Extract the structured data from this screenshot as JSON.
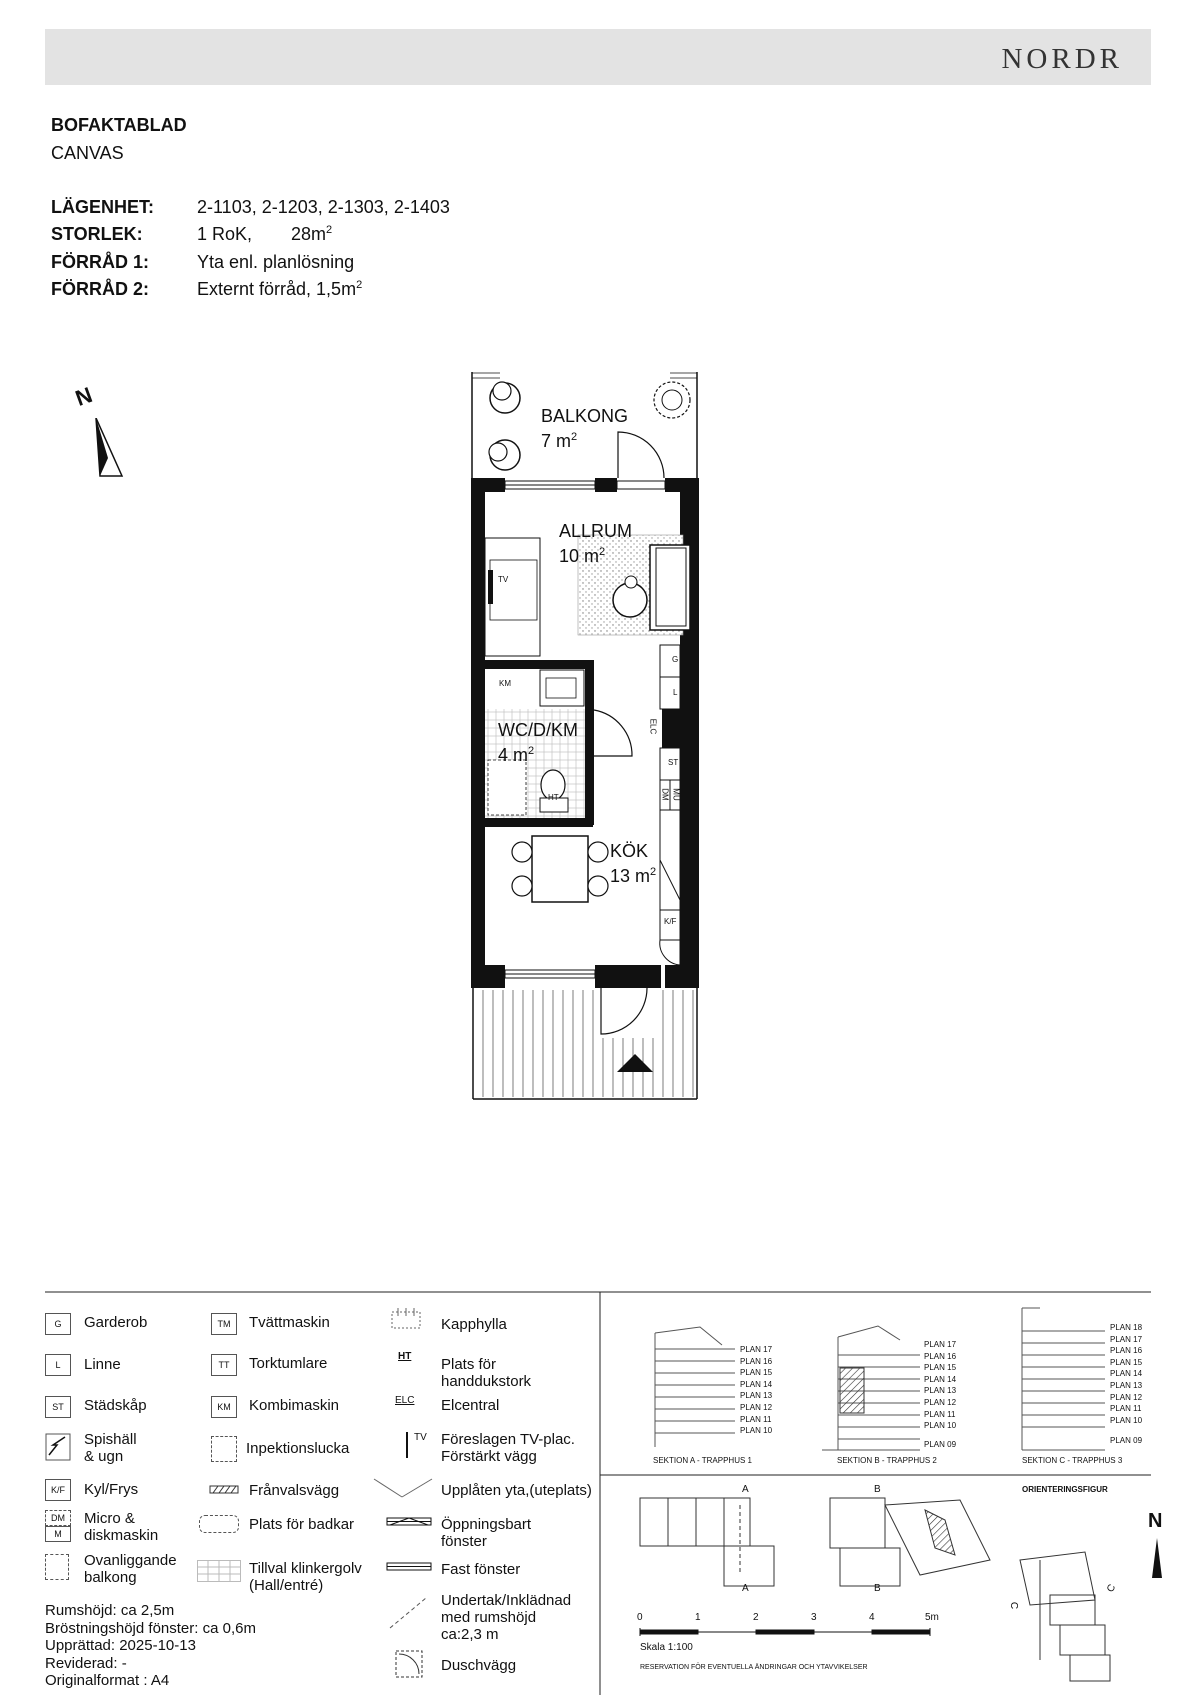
{
  "brand": "NORDR",
  "header": {
    "title": "BOFAKTABLAD",
    "subtitle": "CANVAS"
  },
  "info": {
    "apartment_label": "LÄGENHET:",
    "apartment_value": "2-1103, 2-1203, 2-1303, 2-1403",
    "size_label": "STORLEK:",
    "size_rooms": "1 RoK,",
    "size_area": "28m",
    "size_sup": "2",
    "storage1_label": "FÖRRÅD 1:",
    "storage1_value": "Yta enl. planlösning",
    "storage2_label": "FÖRRÅD 2:",
    "storage2_value": "Externt förråd, 1,5m",
    "storage2_sup": "2"
  },
  "north": "N",
  "rooms": {
    "balcony": "BALKONG",
    "balcony_area": "7 m",
    "balcony_sup": "2",
    "living": "ALLRUM",
    "living_area": "10 m",
    "living_sup": "2",
    "wc": "WC/D/KM",
    "wc_area": "4 m",
    "wc_sup": "2",
    "kitchen": "KÖK",
    "kitchen_area": "13 m",
    "kitchen_sup": "2"
  },
  "plan_codes": {
    "tv": "TV",
    "km": "KM",
    "g": "G",
    "l": "L",
    "elc": "ELC",
    "st": "ST",
    "dm": "DM",
    "mu": "MU",
    "kf": "K/F",
    "ht": "HT"
  },
  "legend": {
    "g_code": "G",
    "g": "Garderob",
    "l_code": "L",
    "l": "Linne",
    "st_code": "ST",
    "st": "Städskåp",
    "spis1": "Spishäll",
    "spis2": "& ugn",
    "kf_code": "K/F",
    "kf": "Kyl/Frys",
    "dm_code": "DM",
    "m_code": "M",
    "micro1": "Micro &",
    "micro2": "diskmaskin",
    "ovan1": "Ovanliggande",
    "ovan2": "balkong",
    "tm_code": "TM",
    "tm": "Tvättmaskin",
    "tt_code": "TT",
    "tt": "Torktumlare",
    "km_code": "KM",
    "km": "Kombimaskin",
    "insp": "Inpektionslucka",
    "franval": "Frånvalsvägg",
    "badkar": "Plats för badkar",
    "klinker1": "Tillval klinkergolv",
    "klinker2": "(Hall/entré)",
    "kapp": "Kapphylla",
    "ht_code": "HT",
    "ht1": "Plats för",
    "ht2": "handdukstork",
    "elc_code": "ELC",
    "elc": "Elcentral",
    "tv_code": "TV",
    "tv1": "Föreslagen TV-plac.",
    "tv2": "Förstärkt vägg",
    "uppl": "Upplåten yta,(uteplats)",
    "oppn1": "Öppningsbart",
    "oppn2": "fönster",
    "fast": "Fast fönster",
    "under1": "Undertak/Inklädnad",
    "under2": "med rumshöjd",
    "under3": "ca:2,3 m",
    "dusch": "Duschvägg"
  },
  "notes": {
    "n1": "Rumshöjd: ca 2,5m",
    "n2": "Bröstningshöjd fönster: ca 0,6m",
    "n3": "Upprättad: 2025-10-13",
    "n4": "Reviderad: -",
    "n5": "Originalformat : A4"
  },
  "sections": {
    "a_caption": "SEKTION  A - TRAPPHUS 1",
    "a_levels": [
      "PLAN 17",
      "PLAN 16",
      "PLAN 15",
      "PLAN 14",
      "PLAN 13",
      "PLAN 12",
      "PLAN 11",
      "PLAN 10"
    ],
    "b_caption": "SEKTION B - TRAPPHUS 2",
    "b_levels": [
      "PLAN 17",
      "PLAN 16",
      "PLAN 15",
      "PLAN 14",
      "PLAN 13",
      "PLAN 12",
      "PLAN 11",
      "PLAN 10"
    ],
    "b_bottom": "PLAN 09",
    "c_caption": "SEKTION C - TRAPPHUS 3",
    "c_levels": [
      "PLAN 18",
      "PLAN 17",
      "PLAN 16",
      "PLAN 15",
      "PLAN 14",
      "PLAN 13",
      "PLAN 12",
      "PLAN 11",
      "PLAN 10"
    ],
    "c_bottom": "PLAN 09"
  },
  "orientation": {
    "title": "ORIENTERINGSFIGUR",
    "a": "A",
    "b": "B",
    "c": "C",
    "north": "N"
  },
  "scale": {
    "ticks": [
      "0",
      "1",
      "2",
      "3",
      "4",
      "5m"
    ],
    "label": "Skala 1:100",
    "disclaimer": "RESERVATION FÖR EVENTUELLA ÄNDRINGAR OCH YTAVVIKELSER"
  }
}
